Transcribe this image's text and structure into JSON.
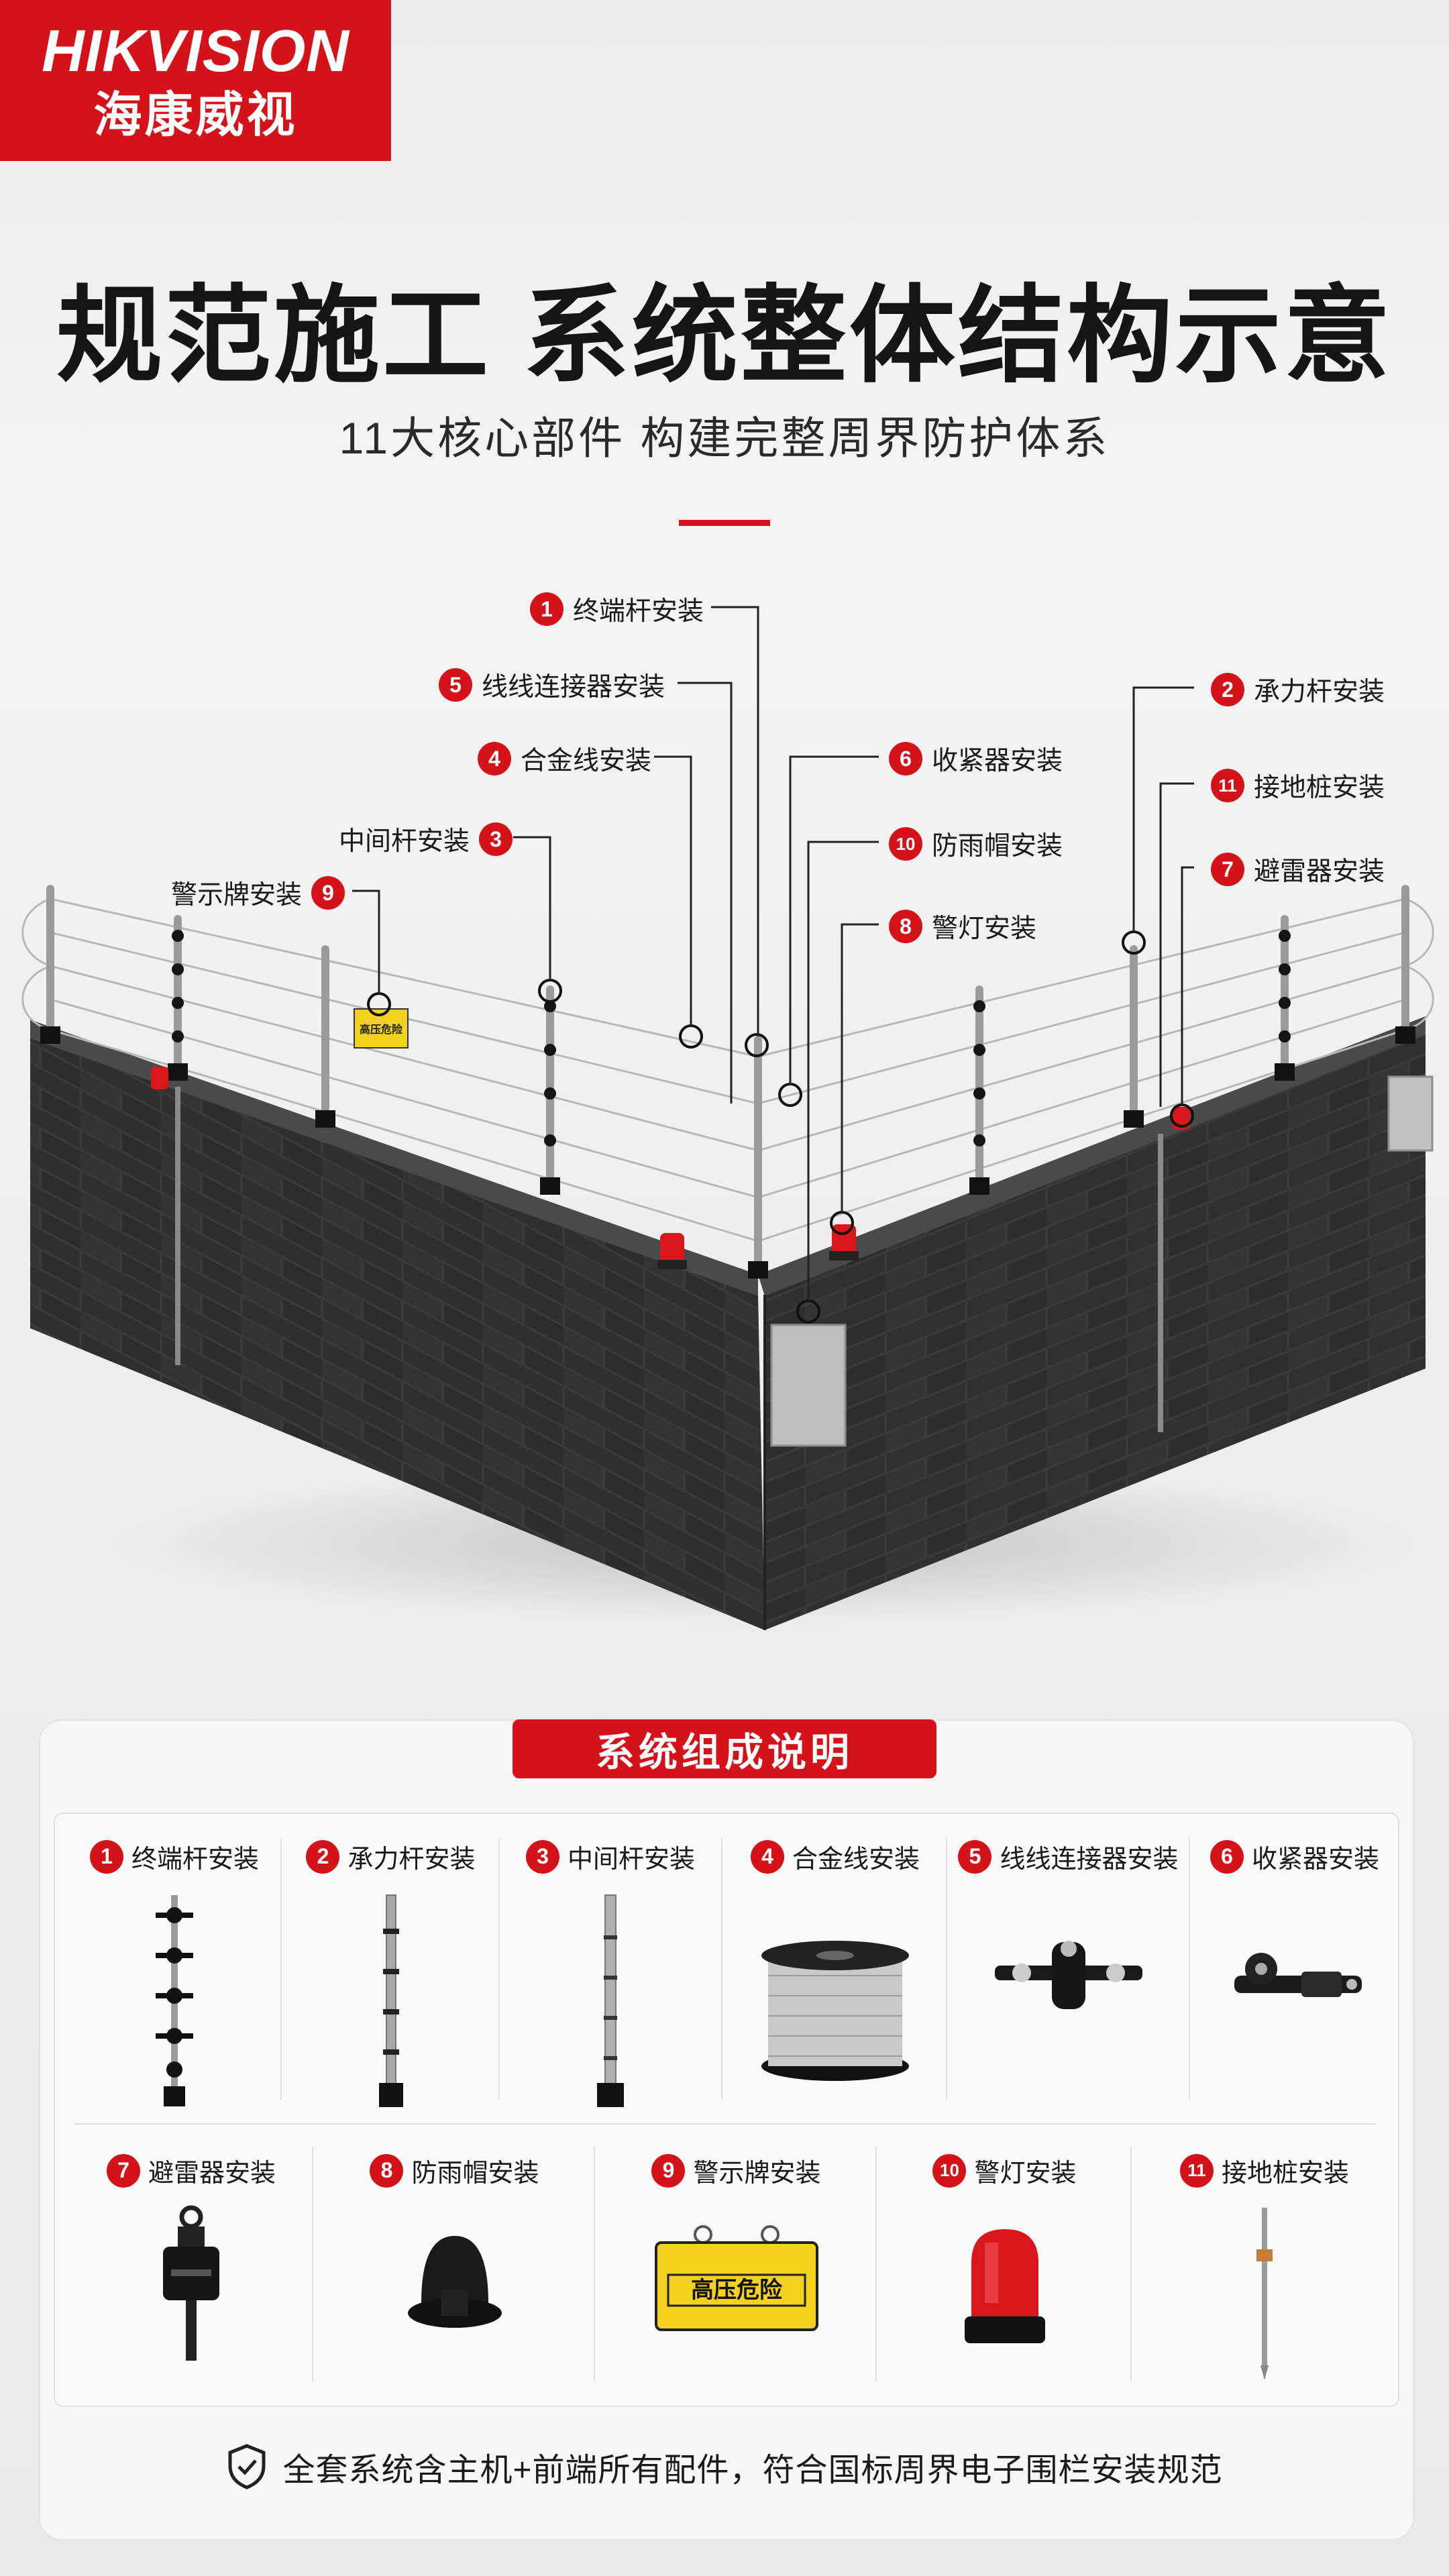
{
  "brand": {
    "name_en": "HIKVISION",
    "name_cn": "海康威视",
    "color": "#d41219"
  },
  "header": {
    "title": "规范施工 系统整体结构示意",
    "subtitle": "11大核心部件 构建完整周界防护体系"
  },
  "diagram": {
    "callouts": [
      {
        "num": "1",
        "label": "终端杆安装"
      },
      {
        "num": "5",
        "label": "线线连接器安装"
      },
      {
        "num": "4",
        "label": "合金线安装"
      },
      {
        "num": "3",
        "label": "中间杆安装"
      },
      {
        "num": "9",
        "label": "警示牌安装"
      },
      {
        "num": "2",
        "label": "承力杆安装"
      },
      {
        "num": "11",
        "label": "接地桩安装"
      },
      {
        "num": "7",
        "label": "避雷器安装"
      },
      {
        "num": "6",
        "label": "收紧器安装"
      },
      {
        "num": "10",
        "label": "防雨帽安装"
      },
      {
        "num": "8",
        "label": "警灯安装"
      }
    ],
    "sign_text": "高压危险"
  },
  "panel": {
    "title": "系统组成说明",
    "items": [
      {
        "num": "1",
        "label": "终端杆安装",
        "icon": "terminal-pole-icon"
      },
      {
        "num": "2",
        "label": "承力杆安装",
        "icon": "strain-pole-icon"
      },
      {
        "num": "3",
        "label": "中间杆安装",
        "icon": "intermediate-pole-icon"
      },
      {
        "num": "4",
        "label": "合金线安装",
        "icon": "alloy-wire-spool-icon"
      },
      {
        "num": "5",
        "label": "线线连接器安装",
        "icon": "wire-connector-icon"
      },
      {
        "num": "6",
        "label": "收紧器安装",
        "icon": "tensioner-icon"
      },
      {
        "num": "7",
        "label": "避雷器安装",
        "icon": "lightning-arrester-icon"
      },
      {
        "num": "8",
        "label": "防雨帽安装",
        "icon": "rain-cap-icon"
      },
      {
        "num": "9",
        "label": "警示牌安装",
        "icon": "warning-sign-icon"
      },
      {
        "num": "10",
        "label": "警灯安装",
        "icon": "warning-light-icon"
      },
      {
        "num": "11",
        "label": "接地桩安装",
        "icon": "ground-rod-icon"
      }
    ],
    "sign_text": "高压危险"
  },
  "footer": {
    "text": "全套系统含主机+前端所有配件，符合国标周界电子围栏安装规范",
    "icon": "shield-check-icon"
  }
}
